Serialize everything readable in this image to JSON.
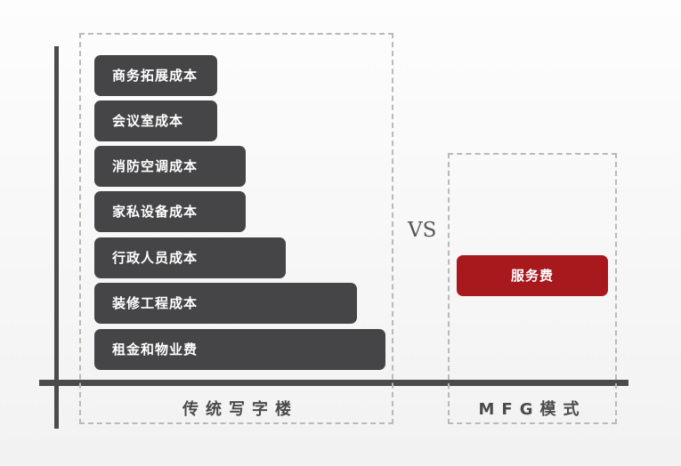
{
  "traditional": {
    "items": [
      {
        "label": "商务拓展成本"
      },
      {
        "label": "会议室成本"
      },
      {
        "label": "消防空调成本"
      },
      {
        "label": "家私设备成本"
      },
      {
        "label": "行政人员成本"
      },
      {
        "label": "装修工程成本"
      },
      {
        "label": "租金和物业费"
      }
    ],
    "caption": "传统写字楼"
  },
  "comparison": {
    "vs_label": "VS"
  },
  "mfg": {
    "item": {
      "label": "服务费"
    },
    "caption": "MFG模式"
  },
  "colors": {
    "bar": "#454446",
    "accent": "#a8191e",
    "axis": "#4b4b4d",
    "frame": "#b9b9b9"
  }
}
